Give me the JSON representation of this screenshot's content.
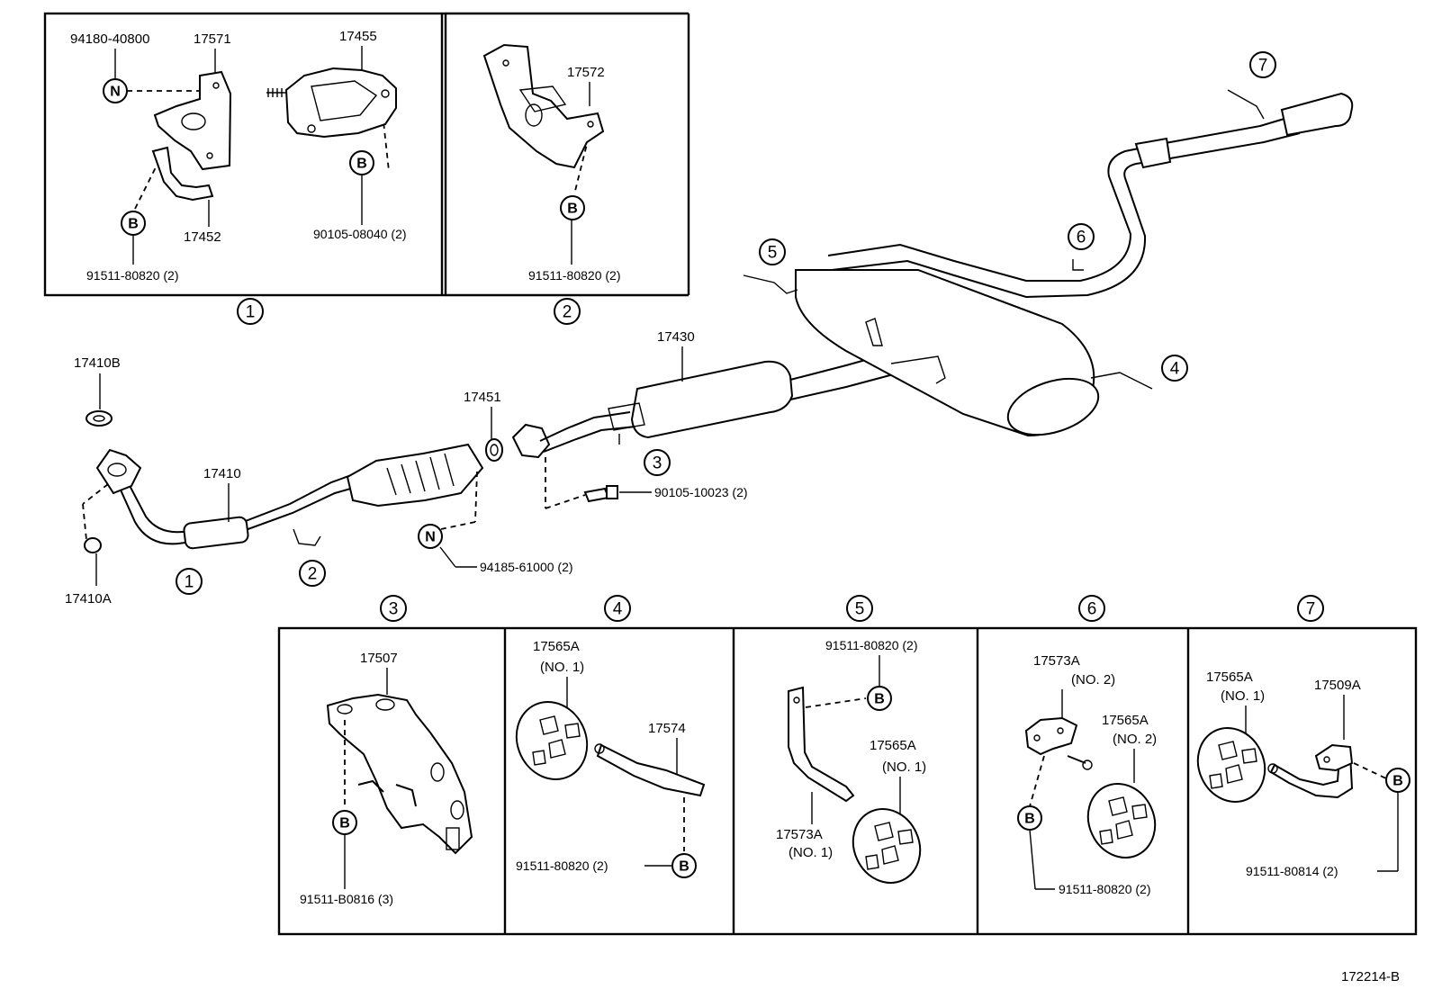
{
  "diagram_id": "172214-B",
  "index_labels": [
    "1",
    "2",
    "3",
    "4",
    "5",
    "6",
    "7"
  ],
  "letters": {
    "n": "N",
    "b": "B"
  },
  "top_box_1": {
    "p94180": "94180-40800",
    "p17571": "17571",
    "p17455": "17455",
    "p17452": "17452",
    "p90105_08040": "90105-08040 (2)",
    "p91511": "91511-80820 (2)"
  },
  "top_box_2": {
    "p17572": "17572",
    "p91511": "91511-80820 (2)"
  },
  "main": {
    "p17410B": "17410B",
    "p17410": "17410",
    "p17410A": "17410A",
    "p17451": "17451",
    "p17430": "17430",
    "p90105_10023": "90105-10023 (2)",
    "p94185": "94185-61000 (2)"
  },
  "detail_3": {
    "p17507": "17507",
    "p91511": "91511-B0816 (3)"
  },
  "detail_4": {
    "p17565A": "17565A",
    "p17565A_no": "(NO. 1)",
    "p17574": "17574",
    "p91511": "91511-80820 (2)"
  },
  "detail_5": {
    "p91511": "91511-80820 (2)",
    "p17565A": "17565A",
    "p17565A_no": "(NO. 1)",
    "p17573A": "17573A",
    "p17573A_no": "(NO. 1)"
  },
  "detail_6": {
    "p17573A": "17573A",
    "p17573A_no": "(NO. 2)",
    "p17565A": "17565A",
    "p17565A_no": "(NO. 2)",
    "p91511": "91511-80820 (2)"
  },
  "detail_7": {
    "p17565A": "17565A",
    "p17565A_no": "(NO. 1)",
    "p17509A": "17509A",
    "p91511": "91511-80814 (2)"
  }
}
